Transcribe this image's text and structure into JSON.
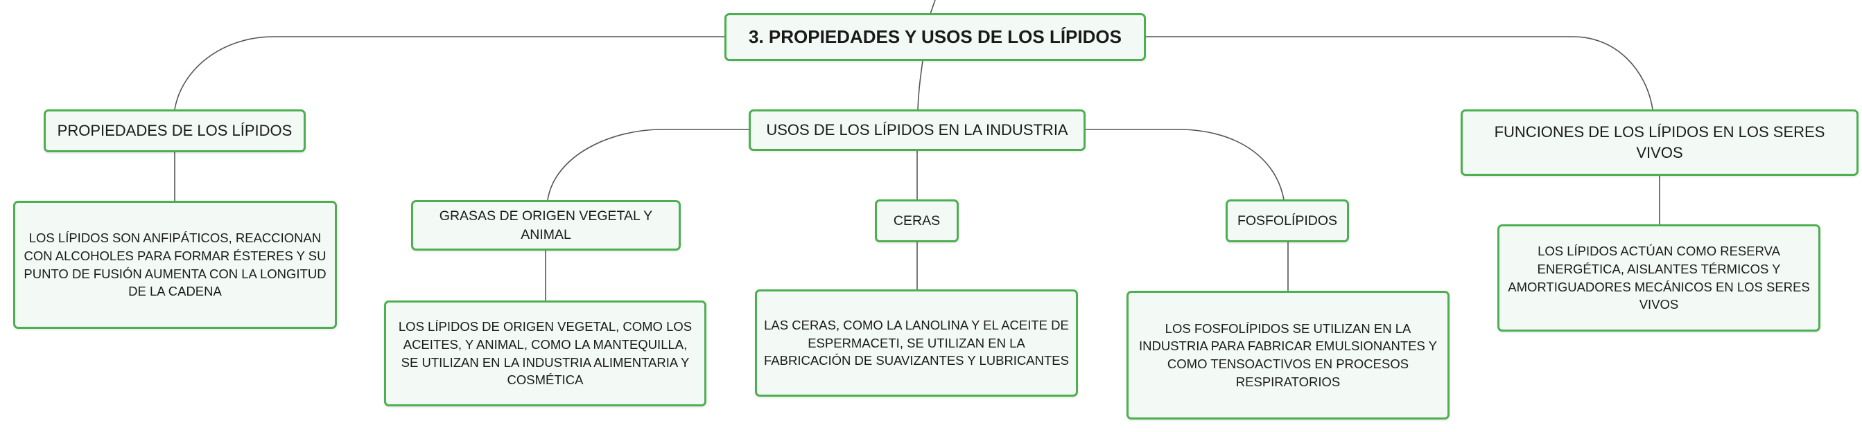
{
  "colors": {
    "border": "#4caf50",
    "fill": "#f3faf5",
    "link": "#555555",
    "text": "#1a1a1a"
  },
  "diagram": {
    "root": {
      "label": "3. PROPIEDADES Y USOS DE LOS LÍPIDOS"
    },
    "properties": {
      "label": "PROPIEDADES DE LOS LÍPIDOS",
      "detail": "LOS LÍPIDOS SON ANFIPÁTICOS, REACCIONAN CON ALCOHOLES PARA FORMAR ÉSTERES Y SU PUNTO DE FUSIÓN AUMENTA CON LA LONGITUD DE LA CADENA"
    },
    "industry": {
      "label": "USOS DE LOS LÍPIDOS EN LA INDUSTRIA",
      "fats": {
        "label": "GRASAS DE ORIGEN VEGETAL Y ANIMAL",
        "detail": "LOS LÍPIDOS DE ORIGEN VEGETAL, COMO LOS ACEITES, Y ANIMAL, COMO LA MANTEQUILLA, SE UTILIZAN EN LA INDUSTRIA ALIMENTARIA Y COSMÉTICA"
      },
      "waxes": {
        "label": "CERAS",
        "detail": "LAS CERAS, COMO LA LANOLINA Y EL ACEITE DE ESPERMACETI, SE UTILIZAN EN LA FABRICACIÓN DE SUAVIZANTES Y LUBRICANTES"
      },
      "phospholipids": {
        "label": "FOSFOLÍPIDOS",
        "detail": "LOS FOSFOLÍPIDOS SE UTILIZAN EN LA INDUSTRIA PARA FABRICAR EMULSIONANTES Y COMO TENSOACTIVOS EN PROCESOS RESPIRATORIOS"
      }
    },
    "functions": {
      "label": "FUNCIONES DE LOS LÍPIDOS EN LOS SERES VIVOS",
      "detail": "LOS LÍPIDOS ACTÚAN COMO RESERVA ENERGÉTICA, AISLANTES TÉRMICOS Y AMORTIGUADORES MECÁNICOS EN LOS SERES VIVOS"
    }
  }
}
